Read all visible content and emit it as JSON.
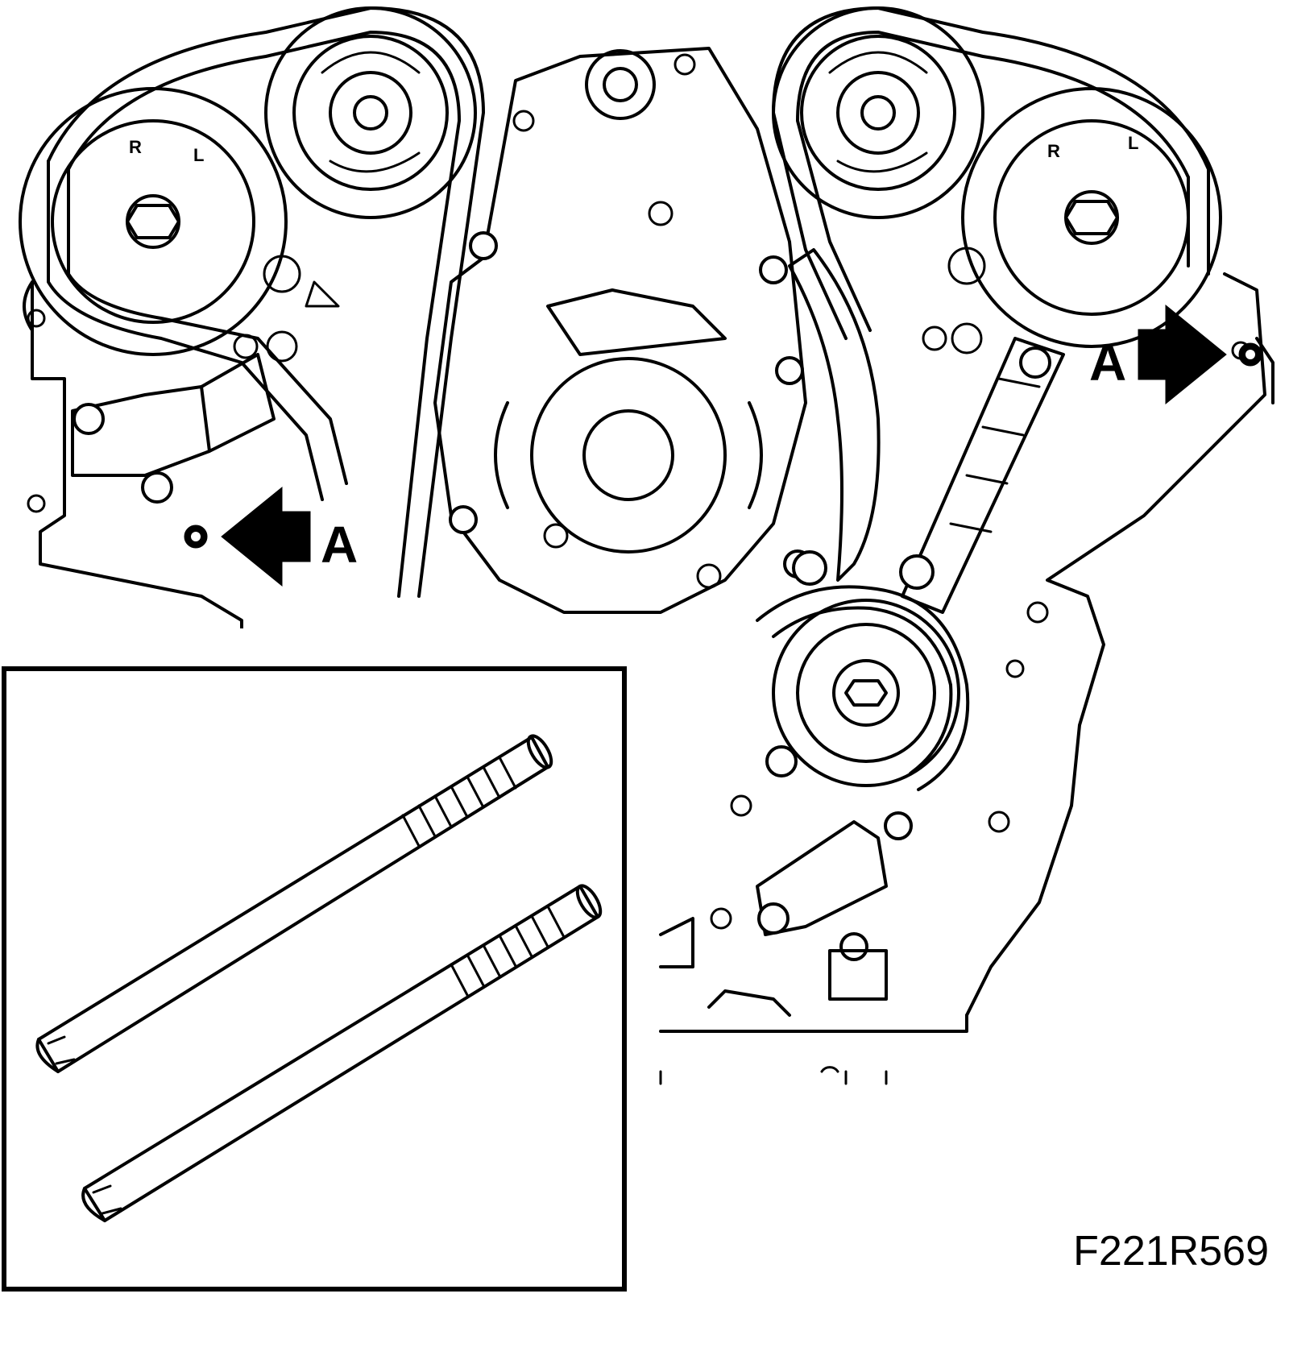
{
  "callouts": {
    "left_label": "A",
    "right_label": "A"
  },
  "sprocket_marks": {
    "left_r": "R",
    "left_l": "L",
    "right_r": "R",
    "right_l": "L"
  },
  "figure_id": "F221R569"
}
